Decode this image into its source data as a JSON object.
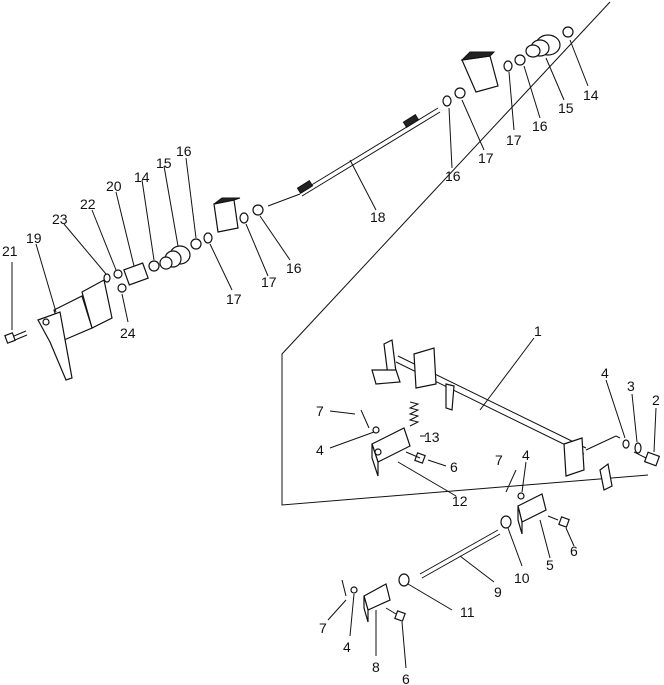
{
  "callouts": [
    "1",
    "2",
    "3",
    "4",
    "4",
    "4",
    "4",
    "5",
    "6",
    "6",
    "6",
    "7",
    "7",
    "7",
    "8",
    "9",
    "10",
    "11",
    "12",
    "13",
    "14",
    "14",
    "15",
    "15",
    "16",
    "16",
    "16",
    "16",
    "17",
    "17",
    "17",
    "17",
    "18",
    "19",
    "20",
    "21",
    "22",
    "23",
    "24"
  ]
}
